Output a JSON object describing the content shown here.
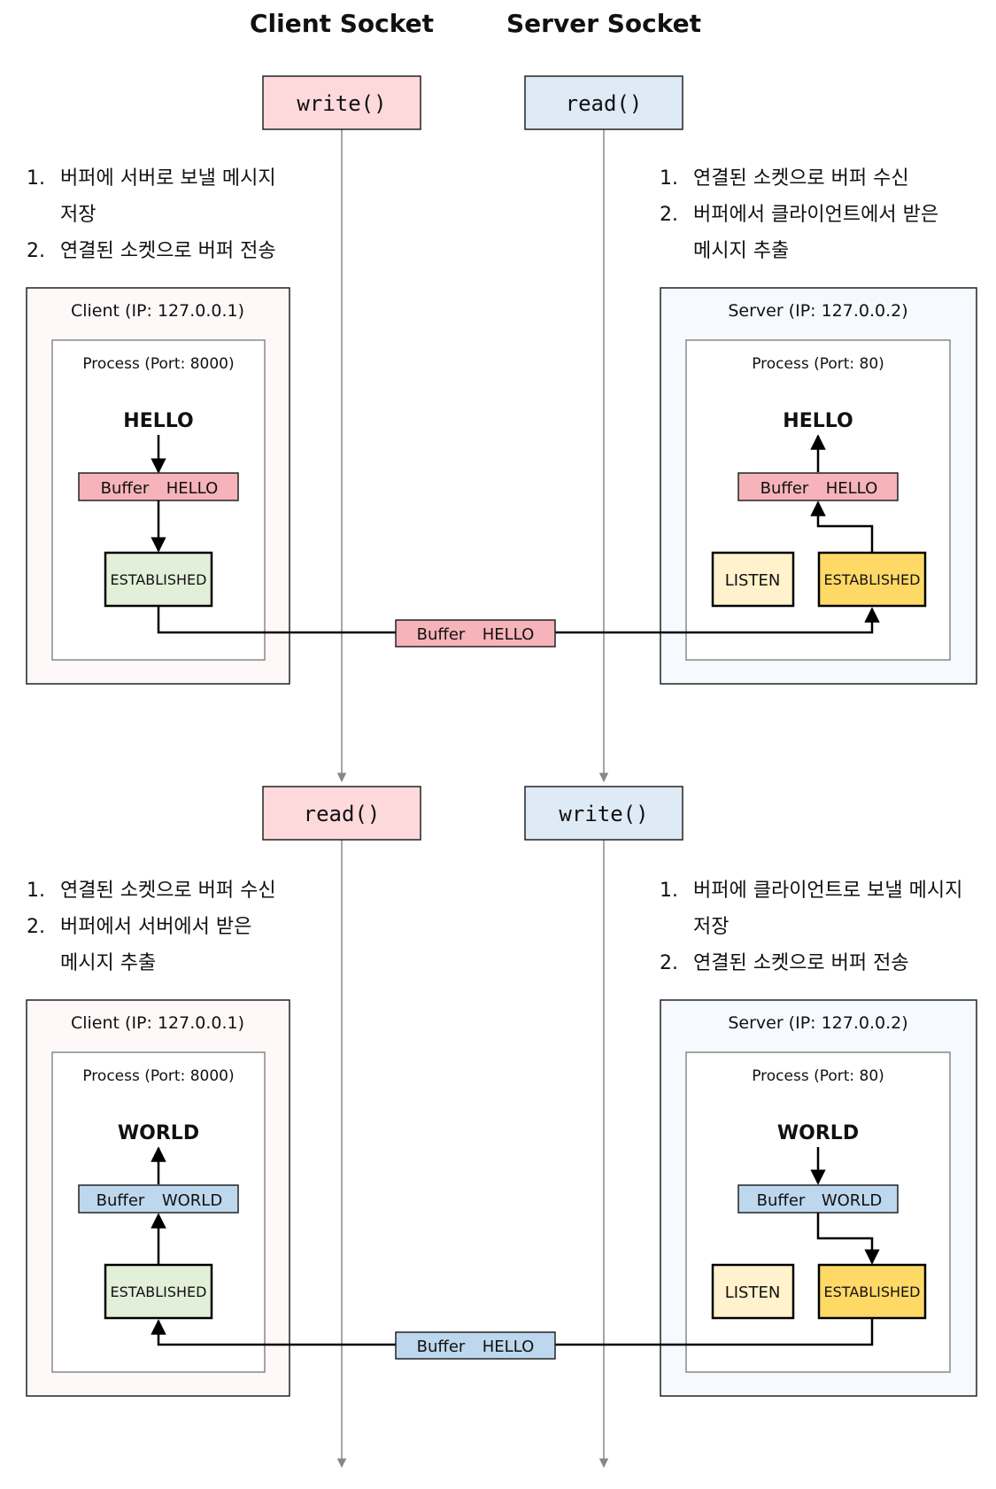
{
  "titles": {
    "client": "Client Socket",
    "server": "Server Socket"
  },
  "phase1": {
    "client_call": "write()",
    "server_call": "read()",
    "client_steps": [
      {
        "num": "1.",
        "lines": [
          "버퍼에 서버로 보낼 메시지",
          "저장"
        ]
      },
      {
        "num": "2.",
        "lines": [
          "연결된 소켓으로 버퍼 전송"
        ]
      }
    ],
    "server_steps": [
      {
        "num": "1.",
        "lines": [
          "연결된 소켓으로 버퍼 수신"
        ]
      },
      {
        "num": "2.",
        "lines": [
          "버퍼에서 클라이언트에서 받은",
          "메시지 추출"
        ]
      }
    ],
    "client_box": {
      "host": "Client (IP: 127.0.0.1)",
      "process": "Process (Port: 8000)",
      "message": "HELLO",
      "buffer_label": "Buffer",
      "buffer_value": "HELLO",
      "state": "ESTABLISHED"
    },
    "server_box": {
      "host": "Server (IP: 127.0.0.2)",
      "process": "Process (Port: 80)",
      "message": "HELLO",
      "buffer_label": "Buffer",
      "buffer_value": "HELLO",
      "listen": "LISTEN",
      "state": "ESTABLISHED"
    },
    "transit": {
      "label": "Buffer",
      "value": "HELLO"
    }
  },
  "phase2": {
    "client_call": "read()",
    "server_call": "write()",
    "client_steps": [
      {
        "num": "1.",
        "lines": [
          "연결된 소켓으로 버퍼 수신"
        ]
      },
      {
        "num": "2.",
        "lines": [
          "버퍼에서 서버에서 받은",
          "메시지 추출"
        ]
      }
    ],
    "server_steps": [
      {
        "num": "1.",
        "lines": [
          "버퍼에 클라이언트로 보낼 메시지",
          "저장"
        ]
      },
      {
        "num": "2.",
        "lines": [
          "연결된 소켓으로 버퍼 전송"
        ]
      }
    ],
    "client_box": {
      "host": "Client (IP: 127.0.0.1)",
      "process": "Process (Port: 8000)",
      "message": "WORLD",
      "buffer_label": "Buffer",
      "buffer_value": "WORLD",
      "state": "ESTABLISHED"
    },
    "server_box": {
      "host": "Server (IP: 127.0.0.2)",
      "process": "Process (Port: 80)",
      "message": "WORLD",
      "buffer_label": "Buffer",
      "buffer_value": "WORLD",
      "listen": "LISTEN",
      "state": "ESTABLISHED"
    },
    "transit": {
      "label": "Buffer",
      "value": "HELLO"
    }
  },
  "colors": {
    "client_pink": "#fdd9dc",
    "server_blue": "#deeaf6",
    "buffer_pink": "#f6b3ba",
    "buffer_blue": "#bdd7ee",
    "established_green": "#e2efd9",
    "established_gold": "#ffd966",
    "listen_cream": "#fff2cc",
    "client_box_bg": "#fff8f8",
    "server_box_bg": "#f6f9fd"
  }
}
